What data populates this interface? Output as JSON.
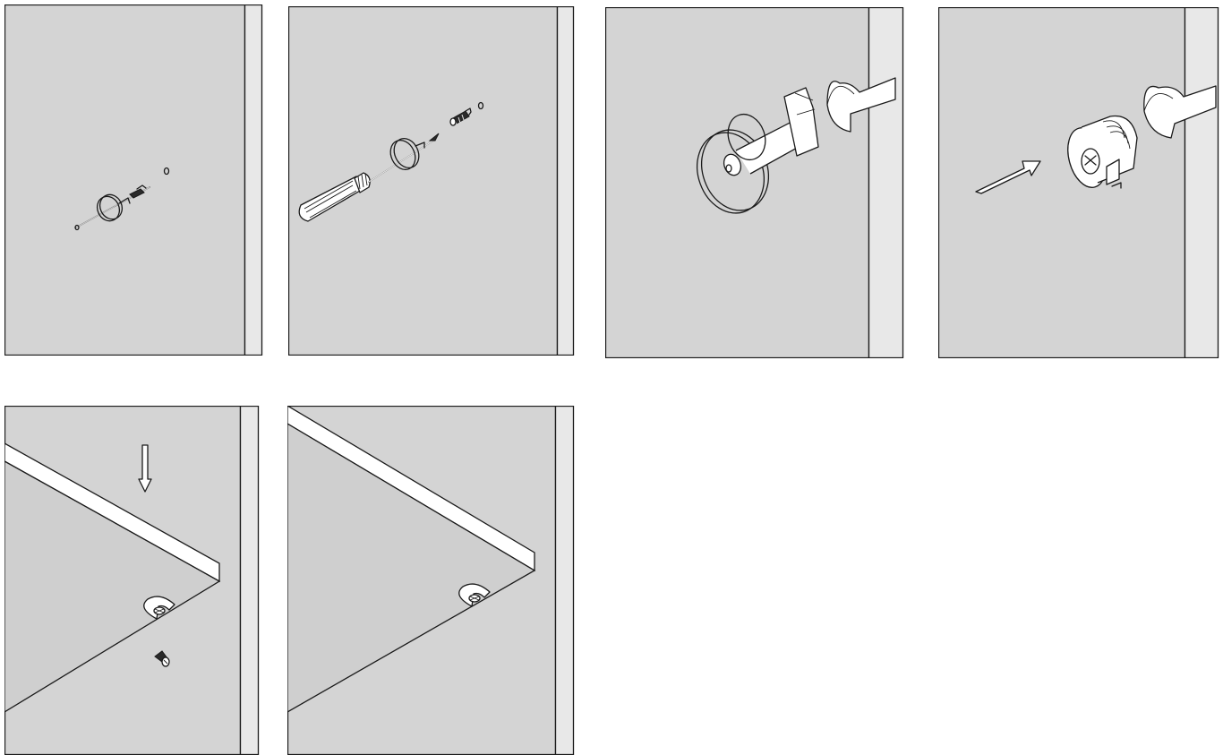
{
  "colors": {
    "panel_fill": "#d4d4d4",
    "edge_fill": "#e8e8e8",
    "line": "#1a1a1a",
    "background": "#ffffff"
  },
  "steps": [
    {
      "id": 1,
      "tool": "drill-bit-with-depth-stop-icon"
    },
    {
      "id": 2,
      "tool": "screwdriver-with-dowel-icon"
    },
    {
      "id": 3,
      "tool": "forstner-bit-icon"
    },
    {
      "id": 4,
      "tool": "cam-lock-housing-icon"
    },
    {
      "id": 5,
      "tool": "shelf-with-down-arrow-icon"
    },
    {
      "id": 6,
      "tool": "shelf-assembled-icon"
    }
  ]
}
